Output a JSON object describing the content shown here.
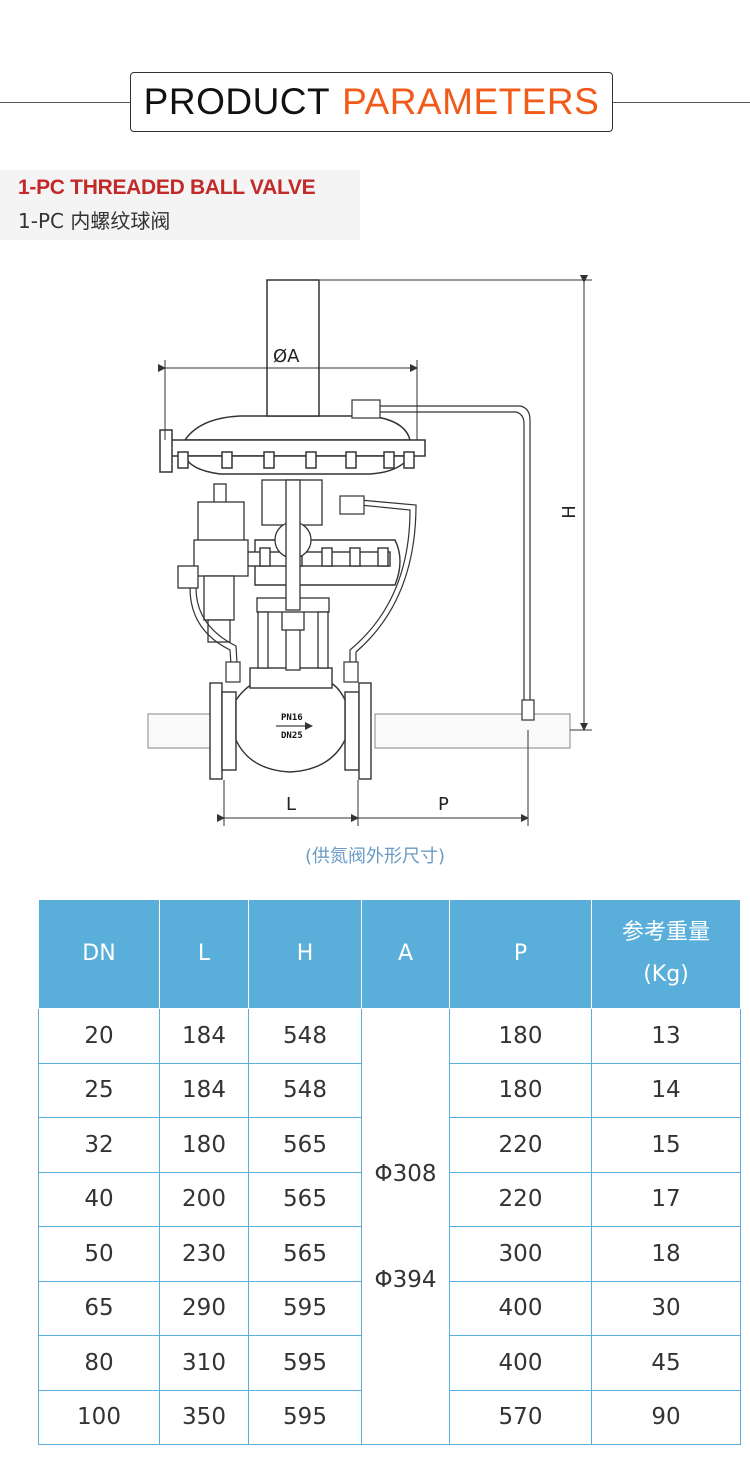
{
  "header": {
    "word1": "PRODUCT",
    "word2": "PARAMETERS"
  },
  "subtitle": {
    "en": "1-PC THREADED  BALL VALVE",
    "cn": "1-PC 内螺纹球阀"
  },
  "diagram": {
    "label_a": "ØA",
    "label_h": "H",
    "label_l": "L",
    "label_p": "P",
    "plate_line1": "PN16",
    "plate_line2": "DN25",
    "caption": "(供氮阀外形尺寸)"
  },
  "table": {
    "headers": [
      "DN",
      "L",
      "H",
      "A",
      "P",
      "参考重量",
      "(Kg)"
    ],
    "a_values": [
      "Φ308",
      "Φ394"
    ],
    "rows": [
      {
        "dn": "20",
        "l": "184",
        "h": "548",
        "p": "180",
        "kg": "13"
      },
      {
        "dn": "25",
        "l": "184",
        "h": "548",
        "p": "180",
        "kg": "14"
      },
      {
        "dn": "32",
        "l": "180",
        "h": "565",
        "p": "220",
        "kg": "15"
      },
      {
        "dn": "40",
        "l": "200",
        "h": "565",
        "p": "220",
        "kg": "17"
      },
      {
        "dn": "50",
        "l": "230",
        "h": "565",
        "p": "300",
        "kg": "18"
      },
      {
        "dn": "65",
        "l": "290",
        "h": "595",
        "p": "400",
        "kg": "30"
      },
      {
        "dn": "80",
        "l": "310",
        "h": "595",
        "p": "400",
        "kg": "45"
      },
      {
        "dn": "100",
        "l": "350",
        "h": "595",
        "p": "570",
        "kg": "90"
      }
    ]
  },
  "colors": {
    "accent": "#f25a1a",
    "title_red": "#c22a2a",
    "table_header": "#5aafda",
    "caption": "#6b9bc4"
  }
}
